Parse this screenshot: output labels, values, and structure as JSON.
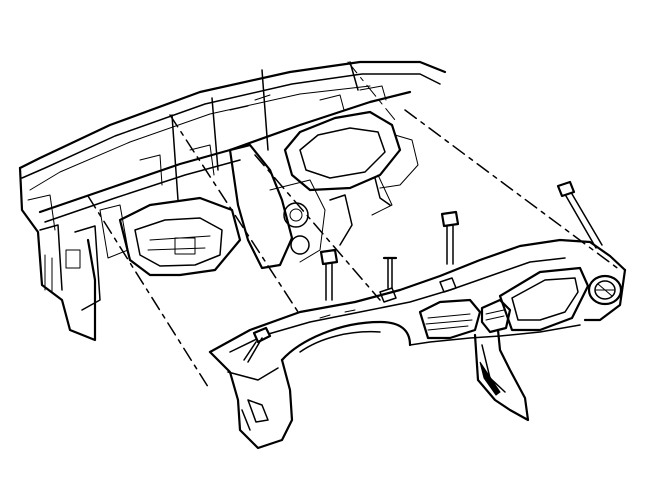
{
  "figure": {
    "kind": "exploded-view line drawing",
    "subject_icon": "instrument-panel-assembly-icon",
    "ink_color": "#000000",
    "background_color": "#ffffff",
    "fastener_count": 5,
    "leader_line_count": 4
  }
}
